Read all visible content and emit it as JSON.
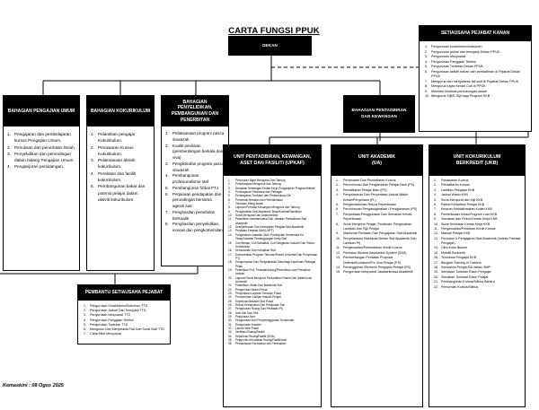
{
  "title": "CARTA FUNGSI PPUK",
  "dekan": {
    "label": "DEKAN"
  },
  "setiausaha_kanan": {
    "title": "SETIAUSAHA PEJABAT KANAN",
    "items": [
      "Pengurusan surat/memo/dokumen",
      "Pengurusan jadual dan temujanji Dekan PPUK",
      "Pengurusan Mesyuarat",
      "Pengurusan Panggilan Telefon",
      "Pengurusan Tuntutan Dekan PPUK",
      "Pengurusan aktiviti harian dan pentadbiran di Pejabat Dekan PPUK",
      "Mengurus dan menyelaras fail sulit di Pejabat Dekan PPUK",
      "Mengurus tugas Kerani Cuti di PPUK",
      "Memberi khidmat perhubungan awam",
      "Mengurus Sijil/E-Sijil bagi Program KKB"
    ]
  },
  "bahagian": [
    {
      "title": "BAHAGIAN PENGAJIAN UMUM",
      "items": [
        "Pengajaran dan pembelajaran kursus Pengajian Umum.",
        "Penulisan dan penerbitan ilmiah.",
        "Penyelidikan dan perundingan dalam bidang Pengajian Umum.",
        "Penganjuran persidangan."
      ]
    },
    {
      "title": "BAHAGIAN KOKURIKULUM",
      "items": [
        "Pelantikan pengajar Kokurikulum.",
        "Penawaran Kursus Kokurikulum.",
        "Pelaksanaan aktiviti kokurikulum.",
        "Peralatan dan fasiliti kokurikulum.",
        "Pembangunan bakat dan potensi pelajar dalam aktiviti kokurikulum."
      ]
    },
    {
      "title": "BAHAGIAN PENYELIDIKAN, PEMBANGUNAN DAN PENERBITAN",
      "items": [
        "Pelaksanaan program pasca siswazah",
        "Kualiti penilaian (pembentangan berkala dan viva)",
        "Pengiktirafan program pasca siswazah",
        "Pembangunan profesionalisme staf",
        "Pembangunan fizikal PTJ",
        "Perjanaan pendapatan dan perundingan bersama agensi luar",
        "Penghasilan penerbitan berkualiti",
        "Penghasilan penyelidikan, inovasi dan pengkomersilan"
      ]
    },
    {
      "title": "BAHAGIAN PENTADBIRAN DAN KEWANGAN"
    }
  ],
  "pembantu_setiausaha": {
    "title": "PEMBANTU SETIAUSAHA PEJABAT",
    "items": [
      "Pengurusan Surat/Memo/Dokumen TTD",
      "Pengurusan Jadual Dan Temujanji TTD",
      "Pengurusan Mesyuarat TTD",
      "Pengurusan Panggilan Telefon",
      "Pengurusan Tuntutan TTD",
      "Mengurus Dan Menyelaras Fail Dan Surat Sulit TTD",
      "Catat Minit Mesyuarat"
    ]
  },
  "units": [
    {
      "title": "UNIT PENTADBIRAN, KEWANGAN, ASET DAN FASILITI (UPKAF)",
      "items": [
        "Pecutukan Bajet Mengurus Dan Tabung",
        "Perbelanjaan Mengurus dan Tabung",
        "Semakan Kewangan Kertas Kerja Penganjuran Program/Aktiviti",
        "Pembayaran Pembekal dan Pelbagai",
        "Pembayaran Tuntutan dan Pendahuluan Diri",
        "Perolehan Bekalan dan Perkhidmatan",
        "Terimaan Wang Awam",
        "Laporan Prestasi Kewangan Mengurus dan Tabung",
        "Pengambilan Staf Akademik Tetap/Kontrak/Sambilan",
        "Surat Menyurat Dan Dokumentasi",
        "Pelantikan Jawatankuasa Dan Jawatan Pentadbiran Staf Akademik",
        "Kesejahteraan Dan Kemahiran Pengilat Staf Akademik",
        "Penilaian Prestasi Staf (LNPT)",
        "Pengesahan Jawatan Staf / Perlanjutan Sementara Ke Tetap/Jawatan Penanggungan Kerja Staf",
        "Cuti Belajar, Cuti Sabatikal, Cuti Sangkutan Industri Dan Pasca Kedoktoran",
        "Kemudahan Dan Kebajikan Staf",
        "Dokumentasi Program Tahunan/Rasmi Universiti Dan Penyertaan PTj",
        "Pengumpulan Dan Penyelarasan Data Bagi Keperluan Pelbagai Pihak",
        "Pelantikan Prof. Pelawat/Adjung/Pemeriksa Luar/ Penasihat Industri",
        "Laporan Surat Menyurat Pentadbiran Rasmi Dari Dalam/Luar Universiti",
        "Pelantikan, Aliran Dan Maklumat Staf",
        "Pengurusan Akaun Pusat",
        "Penyediaan Laporan Tahunan Pusat",
        "Permohonan Latihan Industri Pelajar",
        "Keperluan Bekalan Stor Pusat",
        "Rekod Kemasukan Dan Pelupusan Fail",
        "Pengurusan Ruang Dan Peralatan Ptj",
        "Aset Alih Dan Stor",
        "Pelupusan Aset",
        "Pengurusan Dan Penyelenggaraan Kenderaan",
        "Pengurusan Kaunter",
        "Laman Web Pusat",
        "Verifikasi Ruang/Fasiliti",
        "Keperluan Ruang/Fasiliti (SOA)",
        "Pelaporan Kerosakan Ruang/Fasiliti/Aset",
        "Pemantauan Kerosakan dan Pembaikan"
      ]
    },
    {
      "title": "UNIT AKADEMIK (UA)",
      "items": [
        "Penawaran Dan Pendaftaran Kursus",
        "Permohonan Dan Pengambilan Pelajar Baru (PS)",
        "Pendaftaran Pelajar Baru (PS)",
        "Penyelarasan Dan Penyediaan Jadual Waktu Kuliah/Penyeliaan (PL)",
        "Pengemaskinian Rekod Peperiksaan",
        "Permohonan Penganugerahan / Pengijazahan (PS)",
        "Penyediaan,Penggubalan Dan Semakan Kertas Peperiksaan.",
        "Surat Menyurat Pelajar, Perakuan, Pengesahan, Lantikan Dan Sijil Pelajar",
        "Maklumat Penilaian Dan Pengajaran Staf Akademik",
        "Penyelarasan Maklumat Beban Staf Akademik Dan Lantikan Ptj",
        "Pengecualian/Pemindahan Kredit Kursus",
        "Penilaian Student Assesment System (SAS)",
        "Pembentangan Penilaian Proposal Defense/Kolokium/Pre Viva Pelajar (PS)",
        "Penangguhan /Berhenti Pengajian Pelajar (PS)",
        "Pengurusan Mesyuarat Jawatankuasa Akademik"
      ]
    },
    {
      "title": "UNIT KOKURIKULUM BERKREDIT (UKB)",
      "items": [
        "Penawaran Kursus",
        "Pendaftaran Kursus",
        "Lantikan Pengajar KKB",
        "Jadual Waktu KKB",
        "Surat Menyurat dan Sijil KKB",
        "Rekod Kehadiran Pelajar KKB",
        "Amaran Ketidakhadiran Kuliah KKB",
        "Pemeriksaan Kelas/Program Luar KKB",
        "Semakan dan Rekod Kertas Kerja KKB",
        "Surat Kelulusan Kertas Kerja KKB",
        "Pengecualian/Pindahan Kredit Kursus",
        "Markah Pelajar KKB",
        "Penilaian & Pengajaran Staf Akademik (Indeks Prestasi Pengajar)",
        "Citra Koku ilkulum",
        "Mobiliti Berkredit",
        "Temubual Pengajar KKB",
        "Bengkel Training of Trainers",
        "Kemaskini Pengisi BU dalam SMP",
        "Semakan Tuntutan Elaun Pengajar",
        "Semakan Tuntutan Elaun Pelajar",
        "Pembangunan Kursus/Silibus Baharu",
        "Pemurnian Kursus/Silibus"
      ]
    }
  ],
  "footer": "Kemaskini : 08 Ogos 2025"
}
